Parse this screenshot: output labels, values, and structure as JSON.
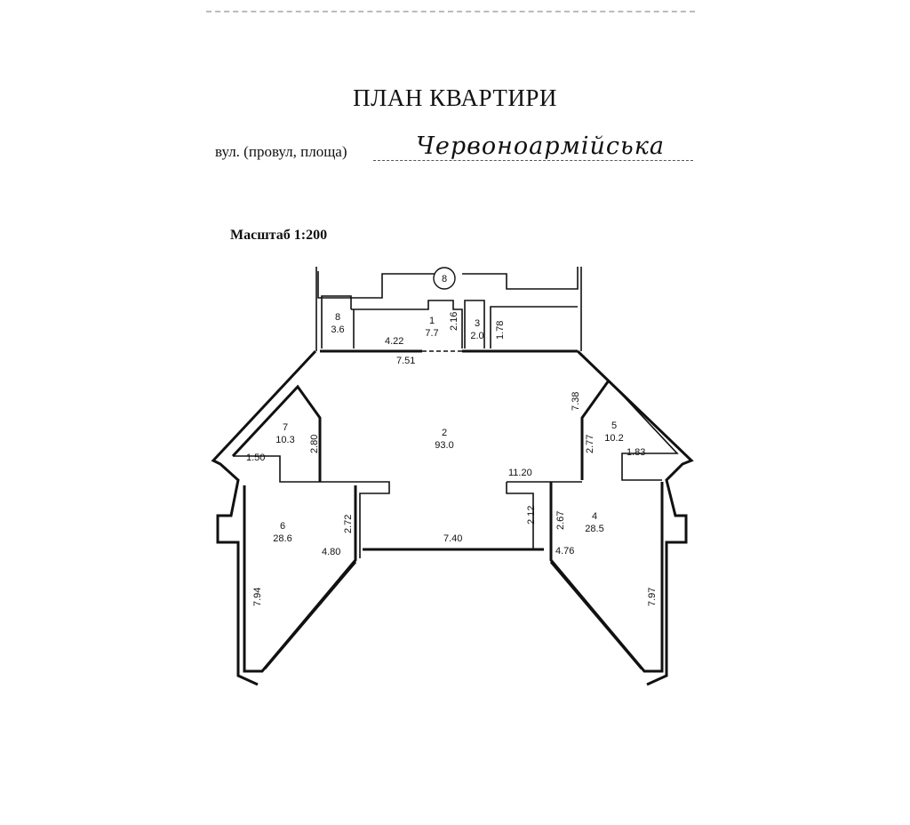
{
  "document": {
    "title": "ПЛАН КВАРТИРИ",
    "street_label": "вул. (провул, площа)",
    "street_value": "Червоноармійська",
    "scale": "Масштаб 1:200"
  },
  "plan": {
    "axis_marker": "8",
    "rooms": [
      {
        "number": "1",
        "area": "7.7"
      },
      {
        "number": "2",
        "area": "93.0"
      },
      {
        "number": "3",
        "area": "2.0"
      },
      {
        "number": "4",
        "area": "28.5"
      },
      {
        "number": "5",
        "area": "10.2"
      },
      {
        "number": "6",
        "area": "28.6"
      },
      {
        "number": "7",
        "area": "10.3"
      },
      {
        "number": "8",
        "area": "3.6"
      }
    ],
    "dimensions": [
      "2.16",
      "1.78",
      "4.22",
      "7.51",
      "7.38",
      "2.80",
      "1.50",
      "2.77",
      "1.83",
      "11.20",
      "2.72",
      "2.12",
      "2.67",
      "7.40",
      "4.80",
      "4.76",
      "7.94",
      "7.97"
    ]
  }
}
